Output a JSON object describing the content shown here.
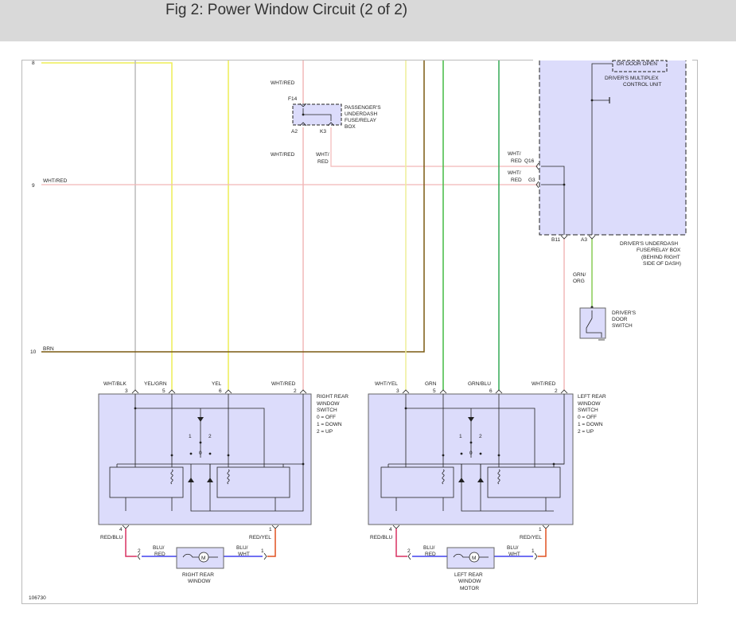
{
  "header": {
    "title": "Fig 2: Power Window Circuit (2 of 2)"
  },
  "colors": {
    "header_bg": "#d9d9d9",
    "component_fill": "#dcdcfb",
    "wht_red": "#f2b8b8",
    "yellow": "#eeee55",
    "brown": "#7a5a10",
    "gray": "#bbbbbb",
    "green": "#44bb44",
    "grn_blu": "#33aa55",
    "grn_org": "#88cc55",
    "red_blu": "#d83060",
    "red_yel": "#e05020",
    "blu": "#4040ee"
  },
  "rails": {
    "r8": "8",
    "r9": "9",
    "r10": "10",
    "wht_red": "WHT/RED",
    "brn": "BRN"
  },
  "pass_box": {
    "wire_top": "WHT/RED",
    "pin_f14": "F14",
    "pin_a2": "A2",
    "pin_k3": "K3",
    "line1": "PASSENGER'S",
    "line2": "UNDERDASH",
    "line3": "FUSE/RELAY",
    "line4": "BOX",
    "wire_a2": "WHT/RED",
    "wire_k3_a": "WHT/",
    "wire_k3_b": "RED"
  },
  "drv_box": {
    "dr_door": "DR DOOR OPEN",
    "mcu1": "DRIVER'S MULTIPLEX",
    "mcu2": "CONTROL UNIT",
    "q16_a": "WHT/",
    "q16_b": "RED",
    "pin_q16": "Q16",
    "g3_a": "WHT/",
    "g3_b": "RED",
    "pin_g3": "G3",
    "pin_b11": "B11",
    "pin_a3": "A3",
    "l1": "DRIVER'S UNDERDASH",
    "l2": "FUSE/RELAY BOX",
    "l3": "(BEHIND RIGHT",
    "l4": "SIDE OF DASH)"
  },
  "door_switch": {
    "wire_a": "GRN/",
    "wire_b": "ORG",
    "l1": "DRIVER'S",
    "l2": "DOOR",
    "l3": "SWITCH"
  },
  "right_switch": {
    "w3": "WHT/BLK",
    "w5": "YEL/GRN",
    "w6": "YEL",
    "w2": "WHT/RED",
    "p3": "3",
    "p5": "5",
    "p6": "6",
    "p2": "2",
    "p4": "4",
    "p1": "1",
    "l1": "RIGHT REAR",
    "l2": "WINDOW",
    "l3": "SWITCH",
    "l4": "0 = OFF",
    "l5": "1 = DOWN",
    "l6": "2 = UP",
    "s1": "1",
    "s2": "2",
    "s0": "0",
    "w4": "RED/BLU",
    "w1": "RED/YEL"
  },
  "right_motor": {
    "pin_l": "2",
    "pin_r": "1",
    "wl_a": "BLU/",
    "wl_b": "RED",
    "wr_a": "BLU/",
    "wr_b": "WHT",
    "m": "M",
    "l1": "RIGHT REAR",
    "l2": "WINDOW",
    "l3": ""
  },
  "left_switch": {
    "w3": "WHT/YEL",
    "w5": "GRN",
    "w6": "GRN/BLU",
    "w2": "WHT/RED",
    "p3": "3",
    "p5": "5",
    "p6": "6",
    "p2": "2",
    "p4": "4",
    "p1": "1",
    "l1": "LEFT REAR",
    "l2": "WINDOW",
    "l3": "SWITCH",
    "l4": "0 = OFF",
    "l5": "1 = DOWN",
    "l6": "2 = UP",
    "s1": "1",
    "s2": "2",
    "s0": "0",
    "w4": "RED/BLU",
    "w1": "RED/YEL"
  },
  "left_motor": {
    "pin_l": "2",
    "pin_r": "1",
    "wl_a": "BLU/",
    "wl_b": "RED",
    "wr_a": "BLU/",
    "wr_b": "WHT",
    "m": "M",
    "l1": "LEFT REAR",
    "l2": "WINDOW",
    "l3": "MOTOR"
  },
  "footer": {
    "code": "106730"
  }
}
